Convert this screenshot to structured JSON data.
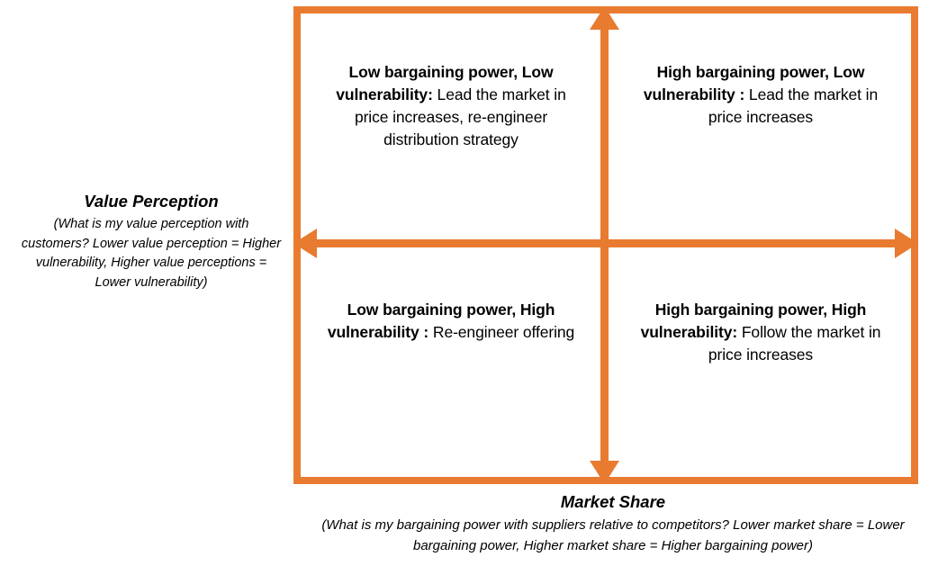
{
  "colors": {
    "accent": "#E87B30",
    "text": "#000000",
    "background": "#FFFFFF"
  },
  "matrix": {
    "quadrants": [
      {
        "id": "top-left",
        "position": "top-left",
        "lead": "Low bargaining power, Low vulnerability:",
        "detail": " Lead the market in price increases, re-engineer distribution strategy"
      },
      {
        "id": "top-right",
        "position": "top-right",
        "lead": "High bargaining power, Low vulnerability :",
        "detail": " Lead the market in price increases"
      },
      {
        "id": "bottom-left",
        "position": "bottom-left",
        "lead": "Low bargaining power, High vulnerability :",
        "detail": " Re-engineer offering"
      },
      {
        "id": "bottom-right",
        "position": "bottom-right",
        "lead": "High bargaining power, High vulnerability:",
        "detail": " Follow the market in price increases"
      }
    ]
  },
  "axes": {
    "y": {
      "title": "Value Perception",
      "description": "(What is my value perception with customers? Lower value perception = Higher vulnerability, Higher value perceptions = Lower vulnerability)"
    },
    "x": {
      "title": "Market Share",
      "description": "(What is my bargaining power with suppliers relative to competitors? Lower market share = Lower bargaining power, Higher market share = Higher bargaining power)"
    }
  },
  "icons": {
    "arrow_up": "arrow-up-icon",
    "arrow_down": "arrow-down-icon",
    "arrow_left": "arrow-left-icon",
    "arrow_right": "arrow-right-icon"
  }
}
